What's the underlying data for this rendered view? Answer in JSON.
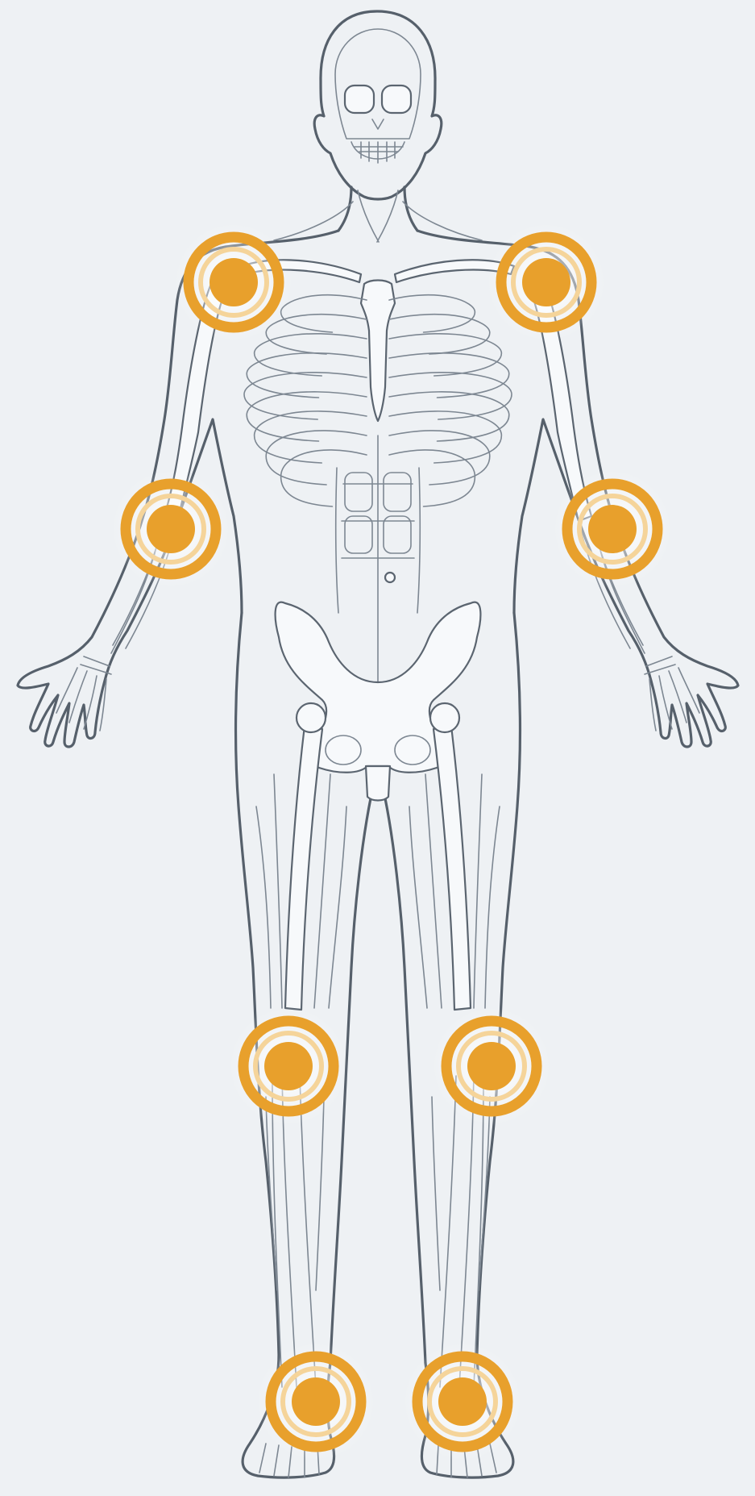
{
  "figure": {
    "subject": "human-body-front-view",
    "style": "anatomical line illustration with highlighted joints"
  },
  "colors": {
    "background": "#eef1f4",
    "outline": "#56606b",
    "detail": "#7d8792",
    "marker": "#e8a02c",
    "marker_inner": "#f5d49a"
  },
  "markers": [
    {
      "id": "shoulder-right",
      "joint": "shoulder",
      "side": "right"
    },
    {
      "id": "shoulder-left",
      "joint": "shoulder",
      "side": "left"
    },
    {
      "id": "elbow-right",
      "joint": "elbow",
      "side": "right"
    },
    {
      "id": "elbow-left",
      "joint": "elbow",
      "side": "left"
    },
    {
      "id": "knee-right",
      "joint": "knee",
      "side": "right"
    },
    {
      "id": "knee-left",
      "joint": "knee",
      "side": "left"
    },
    {
      "id": "ankle-right",
      "joint": "ankle",
      "side": "right"
    },
    {
      "id": "ankle-left",
      "joint": "ankle",
      "side": "left"
    }
  ]
}
